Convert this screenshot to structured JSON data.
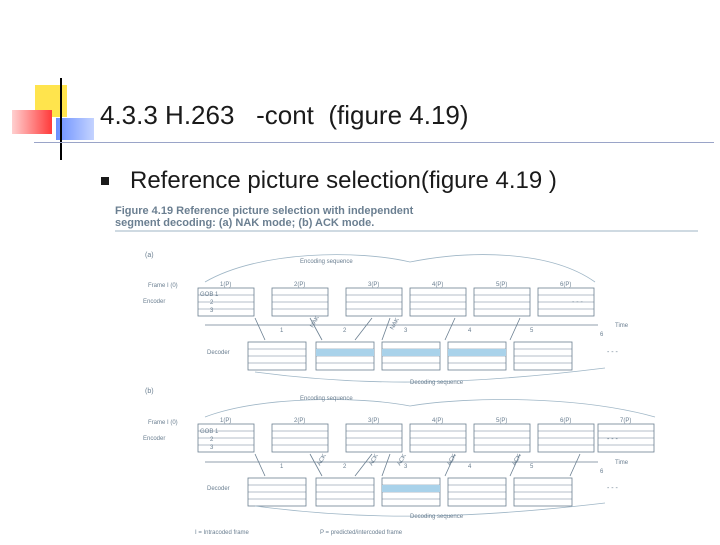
{
  "slide": {
    "title": "4.3.3 H.263   -cont  (figure 4.19)",
    "bullet": "Reference picture selection(figure 4.19 )"
  },
  "figure": {
    "caption_line1": "Figure 4.19  Reference picture selection with independent",
    "caption_line2": "segment decoding: (a) NAK mode; (b) ACK mode.",
    "panel_a": {
      "label": "(a)",
      "encoding_label": "Encoding sequence",
      "frame_row_label": "Frame I (0)",
      "frame_labels": [
        "1(P)",
        "2(P)",
        "3(P)",
        "4(P)",
        "5(P)",
        "6(P)"
      ],
      "encoder_label": "Encoder",
      "gob_label": "GOB 1",
      "gob_values": [
        "2",
        "3"
      ],
      "numbers": [
        "1",
        "2",
        "3",
        "4",
        "5"
      ],
      "nak_labels": [
        "NAK",
        "NAK"
      ],
      "time_label": "Time",
      "time_value": "6",
      "decoder_label": "Decoder",
      "decoding_label": "Decoding sequence",
      "dashes": "- - -"
    },
    "panel_b": {
      "label": "(b)",
      "encoding_label": "Encoding sequence",
      "frame_row_label": "Frame I (0)",
      "frame_labels": [
        "1(P)",
        "2(P)",
        "3(P)",
        "4(P)",
        "5(P)",
        "6(P)",
        "7(P)"
      ],
      "encoder_label": "Encoder",
      "gob_label": "GOB 1",
      "gob_values": [
        "2",
        "3"
      ],
      "numbers": [
        "1",
        "2",
        "3",
        "4",
        "5"
      ],
      "ack_labels": [
        "ACK",
        "ACK",
        "ACK",
        "ACK",
        "ACK"
      ],
      "time_label": "Time",
      "time_value": "6",
      "decoder_label": "Decoder",
      "decoding_label": "Decoding sequence",
      "dashes": "- - -"
    },
    "legend": {
      "i_frame": "I = Intracoded frame",
      "p_frame": "P = predicted/intercoded frame"
    },
    "colors": {
      "ink": "#6b7f91",
      "highlight": "#a9d2ea",
      "line": "#9fb6c6"
    }
  },
  "decor": {
    "yellow": "#ffe44d",
    "red": "#ff3a3a",
    "blue": "#6a8fff"
  }
}
